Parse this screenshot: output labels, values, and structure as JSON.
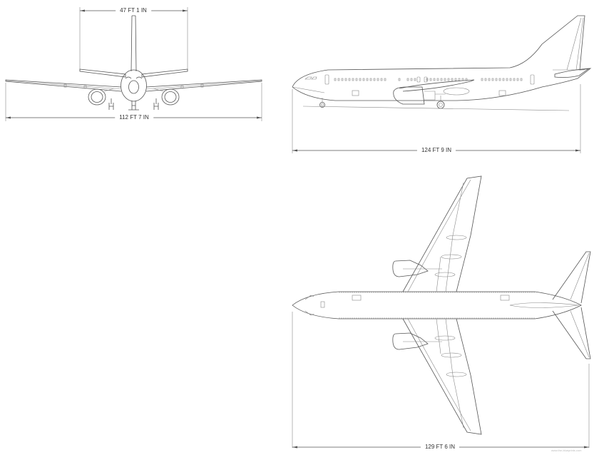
{
  "drawing": {
    "subject": "Twin-engine narrow-body airliner three-view",
    "views": [
      {
        "name": "front-view",
        "dimension_label": "Wingspan",
        "dimension": "112 FT 7 IN"
      },
      {
        "name": "front-view-tail",
        "dimension_label": "Horizontal tail span",
        "dimension": "47 FT 1 IN"
      },
      {
        "name": "side-view",
        "dimension_label": "Overall length",
        "dimension": "124 FT 9 IN"
      },
      {
        "name": "top-view",
        "dimension_label": "Overall length (plan)",
        "dimension": "129 FT 6 IN"
      }
    ]
  },
  "labels": {
    "tail_span": "47 FT 1 IN",
    "wingspan": "112 FT 7 IN",
    "side_length": "124 FT 9 IN",
    "top_length": "129 FT 6 IN"
  },
  "watermark": "www.the-blueprints.com",
  "colors": {
    "line": "#555555",
    "background": "#ffffff",
    "text": "#333333"
  }
}
